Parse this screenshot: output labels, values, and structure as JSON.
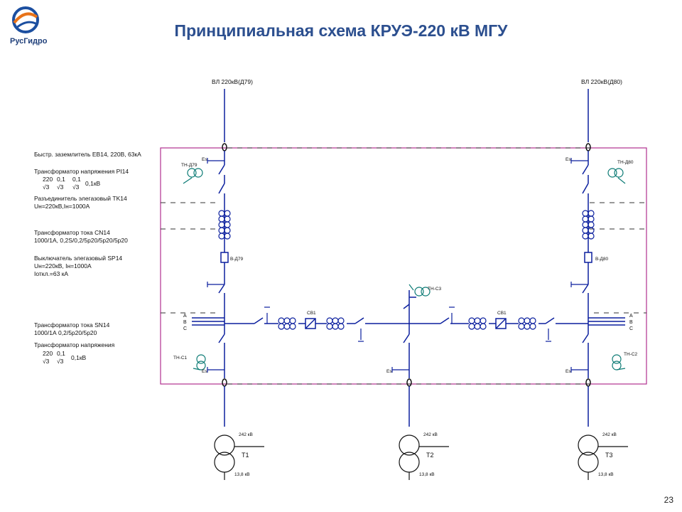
{
  "header": {
    "logo_text": "РусГидро",
    "title": "Принципиальная схема КРУЭ-220 кВ МГУ"
  },
  "footer": {
    "page_number": "23"
  },
  "lines": {
    "left": "ВЛ 220кВ(Д79)",
    "right": "ВЛ 220кВ(Д80)"
  },
  "legend": {
    "earthing_switch": "Быстр. заземлитель EB14, 220В, 63кА",
    "vt_title": "Трансформатор напряжения PI14",
    "vt_num1": "220",
    "vt_num2": "0,1",
    "vt_num3": "0,1",
    "vt_den": "√3",
    "vt_unit": "0,1кВ",
    "disconnector_title": "Разъединитель элегазовый TK14",
    "disconnector_params": "Uн=220кВ,Iн=1000А",
    "ct_title": "Трансформатор тока CN14",
    "ct_params": "1000/1А, 0,2S/0,2/5р20/5р20/5р20",
    "breaker_title": "Выключатель элегазовый SP14",
    "breaker_params1": "Uн=220кВ, Iн=1000А",
    "breaker_params2": "Iоткл.=63 кА",
    "ct2_title": "Трансформатор тока SN14",
    "ct2_params": "1000/1А 0,2/5р20/5р20",
    "vt2_title": "Трансформатор напряжения",
    "vt2_unit": "0,1кВ"
  },
  "labels": {
    "tn_d79": "ТН-Д79",
    "tn_d80": "ТН-Д80",
    "v_d79": "В-Д79",
    "v_d80": "В-Д80",
    "tn_c1": "ТН-С1",
    "tn_c2": "ТН-С2",
    "tn_c3": "ТН-С3",
    "sv1a": "СВ1",
    "sv1b": "СВ1",
    "es": "Еs",
    "phase_a": "A",
    "phase_b": "B",
    "phase_c": "C"
  },
  "transformers": [
    {
      "name": "T1",
      "hv": "242 кВ",
      "lv": "13,8 кВ"
    },
    {
      "name": "T2",
      "hv": "242 кВ",
      "lv": "13,8 кВ"
    },
    {
      "name": "T3",
      "hv": "242 кВ",
      "lv": "13,8 кВ"
    }
  ],
  "colors": {
    "title": "#2c4f8f",
    "line": "#0b1f9e",
    "frame": "#b0308f",
    "dashed": "#333333",
    "earth": "#0b7a74"
  }
}
